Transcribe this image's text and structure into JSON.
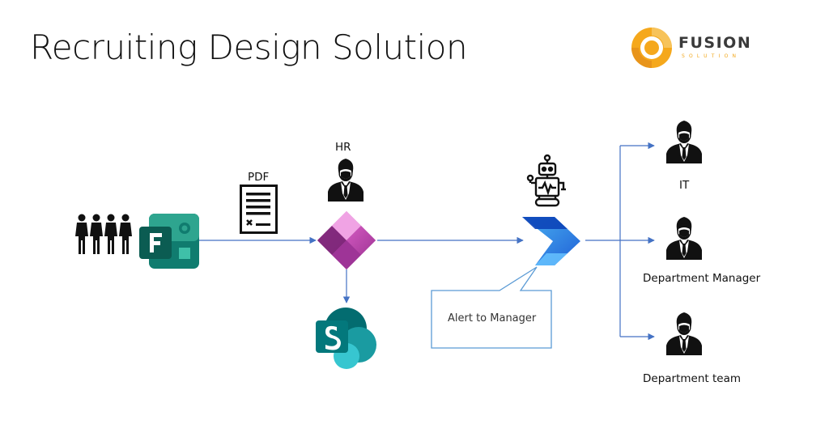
{
  "title": "Recruiting Design Solution",
  "logo": {
    "name": "FUSION",
    "tagline": "SOLUTION",
    "color": "#f5a81c"
  },
  "labels": {
    "pdf": "PDF",
    "hr": "HR",
    "it": "IT",
    "department_manager": "Department Manager",
    "department_team": "Department team"
  },
  "callout": {
    "text": "Alert to Manager"
  },
  "icons": {
    "candidates": "people-group-icon",
    "forms": "microsoft-forms-icon",
    "document": "pdf-document-icon",
    "hr_person": "businessman-icon",
    "powerapps": "power-apps-icon",
    "sharepoint": "sharepoint-icon",
    "robot": "robot-icon",
    "automate": "power-automate-icon"
  },
  "colors": {
    "arrow": "#4472c4",
    "callout_border": "#5b9bd5",
    "forms": "#107c6f",
    "powerapps": "#b73fa5",
    "sharepoint": "#038387",
    "automate": "#2f7ae6"
  }
}
